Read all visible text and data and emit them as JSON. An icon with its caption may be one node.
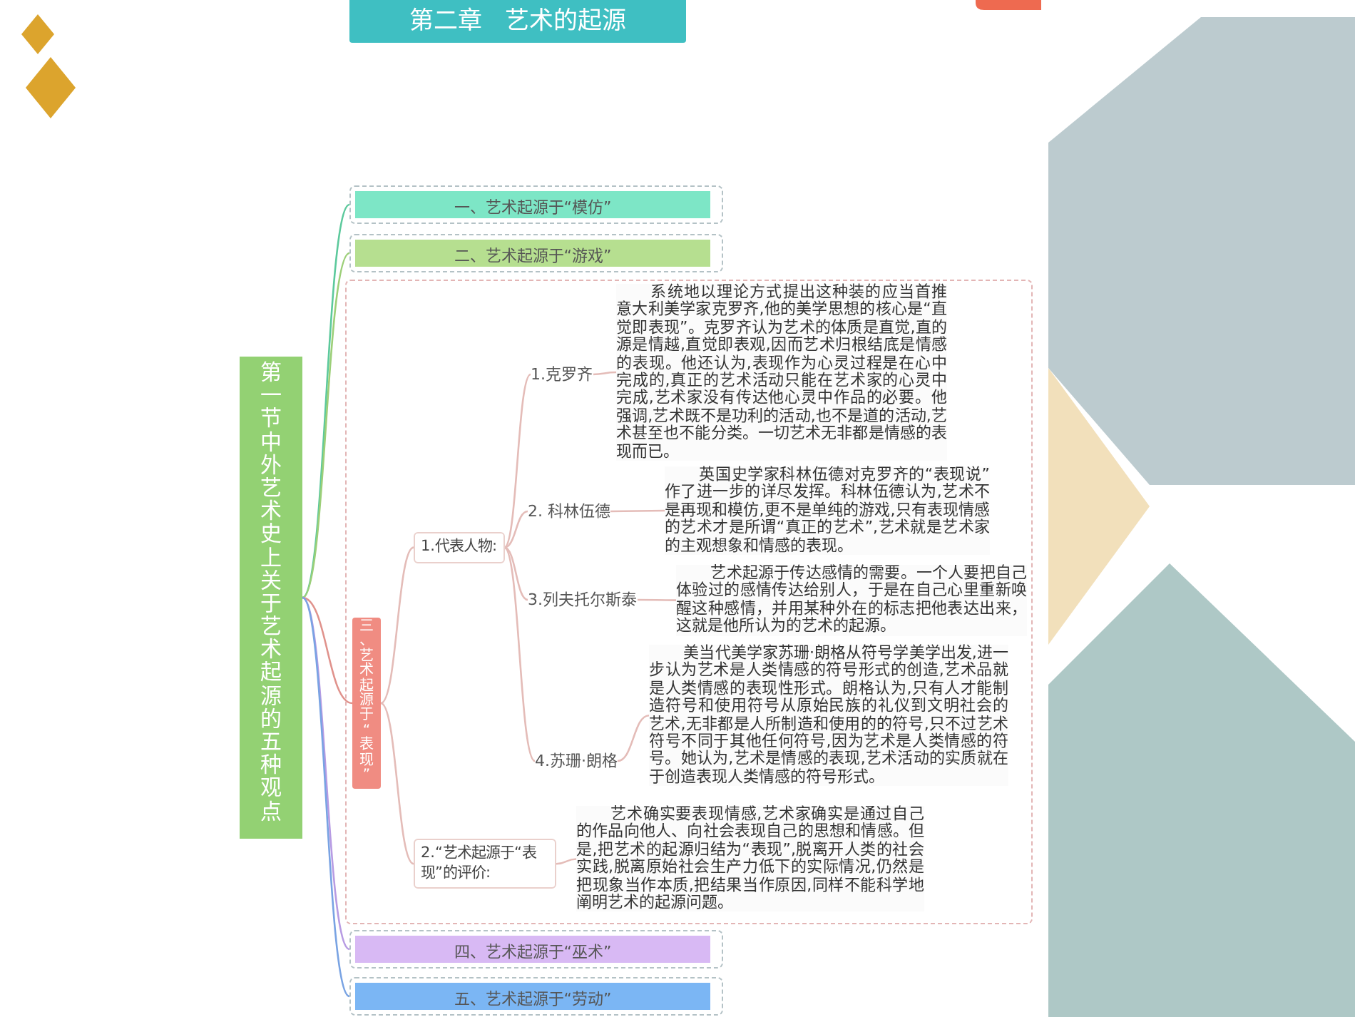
{
  "diagram": {
    "title": "第二章 艺术的起源",
    "nodes": [
      {
        "text": [
          "第一节中外艺术史上关于艺术起源的五种观点"
        ]
      },
      {
        "text": [
          "一、艺术起源于“模仿”"
        ]
      },
      {
        "text": [
          "二、艺术起源于“游戏”"
        ]
      },
      {
        "text": [],
        "shape": "box"
      },
      {
        "text": [
          "三、艺术起源于“表现”"
        ],
        "in": 3
      },
      {
        "text": [
          "1.代表人物:"
        ],
        "in": 3
      },
      {
        "text": [
          "1.克罗齐"
        ],
        "in": 3
      },
      {
        "text": [
          "系统地以理论方式提出这种装的应当首推意大利美学家克罗齐,他的美学思想的核心是“直觉即表现”。克罗齐认为艺术的体质是直觉,直的源是情越,直觉即表观,因而艺术归根结底是情感的表现。他还认为,表现作为心灵过程是在心中完成的,真正的艺术活动只能在艺术家的心灵中完成,艺术家没有传达他心灵中作品的必要。他强调,艺术既不是功利的活动,也不是道的活动,艺术甚至也不能分类。一切艺术无非都是情感的表现而已。"
        ],
        "in": 3
      },
      {
        "text": [
          "2. 科林伍德"
        ],
        "in": 3
      },
      {
        "text": [
          "英国史学家科林伍德对克罗齐的“表现说”作了进一步的详尽发挥。科林伍德认为,艺术不是再现和模仿,更不是单纯的游戏,只有表现情感的艺术才是所谓“真正的艺术”,艺术就是艺术家的主观想象和情感的表现。"
        ],
        "in": 3
      },
      {
        "text": [
          "3.列夫托尔斯泰"
        ],
        "in": 3
      },
      {
        "text": [
          "艺术起源于传达感情的需要。一个人要把自己体验过的感情传达给别人，于是在自己心里重新唤醒这种感情，并用某种外在的标志把他表达出来，这就是他所认为的艺术的起源。"
        ],
        "in": 3
      },
      {
        "text": [
          "4.苏珊·朗格"
        ],
        "in": 3
      },
      {
        "text": [
          "美当代美学家苏珊·朗格从符号学美学出发,进一步认为艺术是人类情感的符号形式的创造,艺术品就是人类情感的表现性形式。朗格认为,只有人才能制造符号和使用符号从原始民族的礼仪到文明社会的艺术,无非都是人所制造和使用的的符号,只不过艺术符号不同于其他任何符号,因为艺术是人类情感的符号。她认为,艺术是情感的表现,艺术活动的实质就在于创造表现人类情感的符号形式。"
        ],
        "in": 3
      },
      {
        "text": [
          "2.“艺术起源于“表现”的评价:"
        ],
        "in": 3
      },
      {
        "text": [
          "艺术确实要表现情感,艺术家确实是通过自己的作品向他人、向社会表现自己的思想和情感。但是,把艺术的起源归结为“表现”,脱离开人类的社会实践,脱离原始社会生产力低下的实际情况,仍然是把现象当作本质,把结果当作原因,同样不能科学地阐明艺术的起源问题。"
        ],
        "in": 3
      },
      {
        "text": [
          "四、艺术起源于“巫术”"
        ]
      },
      {
        "text": [
          "五、艺术起源于“劳动”"
        ]
      }
    ],
    "edges": [
      {
        "from": 0,
        "to": 1,
        "arrow": "none",
        "color": "#5cc99c"
      },
      {
        "from": 0,
        "to": 2,
        "arrow": "none",
        "color": "#9ccf78"
      },
      {
        "from": 0,
        "to": 4,
        "arrow": "none",
        "color": "#e0928c"
      },
      {
        "from": 0,
        "to": 16,
        "arrow": "none",
        "color": "#b79be3"
      },
      {
        "from": 0,
        "to": 17,
        "arrow": "none",
        "color": "#79a3e3"
      },
      {
        "from": 4,
        "to": 5,
        "arrow": "none"
      },
      {
        "from": 4,
        "to": 14,
        "arrow": "none"
      },
      {
        "from": 5,
        "to": 6,
        "arrow": "none"
      },
      {
        "from": 5,
        "to": 8,
        "arrow": "none"
      },
      {
        "from": 5,
        "to": 10,
        "arrow": "none"
      },
      {
        "from": 5,
        "to": 12,
        "arrow": "none"
      },
      {
        "from": 6,
        "to": 7,
        "arrow": "none"
      },
      {
        "from": 8,
        "to": 9,
        "arrow": "none"
      },
      {
        "from": 10,
        "to": 11,
        "arrow": "none"
      },
      {
        "from": 12,
        "to": 13,
        "arrow": "none"
      },
      {
        "from": 14,
        "to": 15,
        "arrow": "none"
      }
    ]
  }
}
